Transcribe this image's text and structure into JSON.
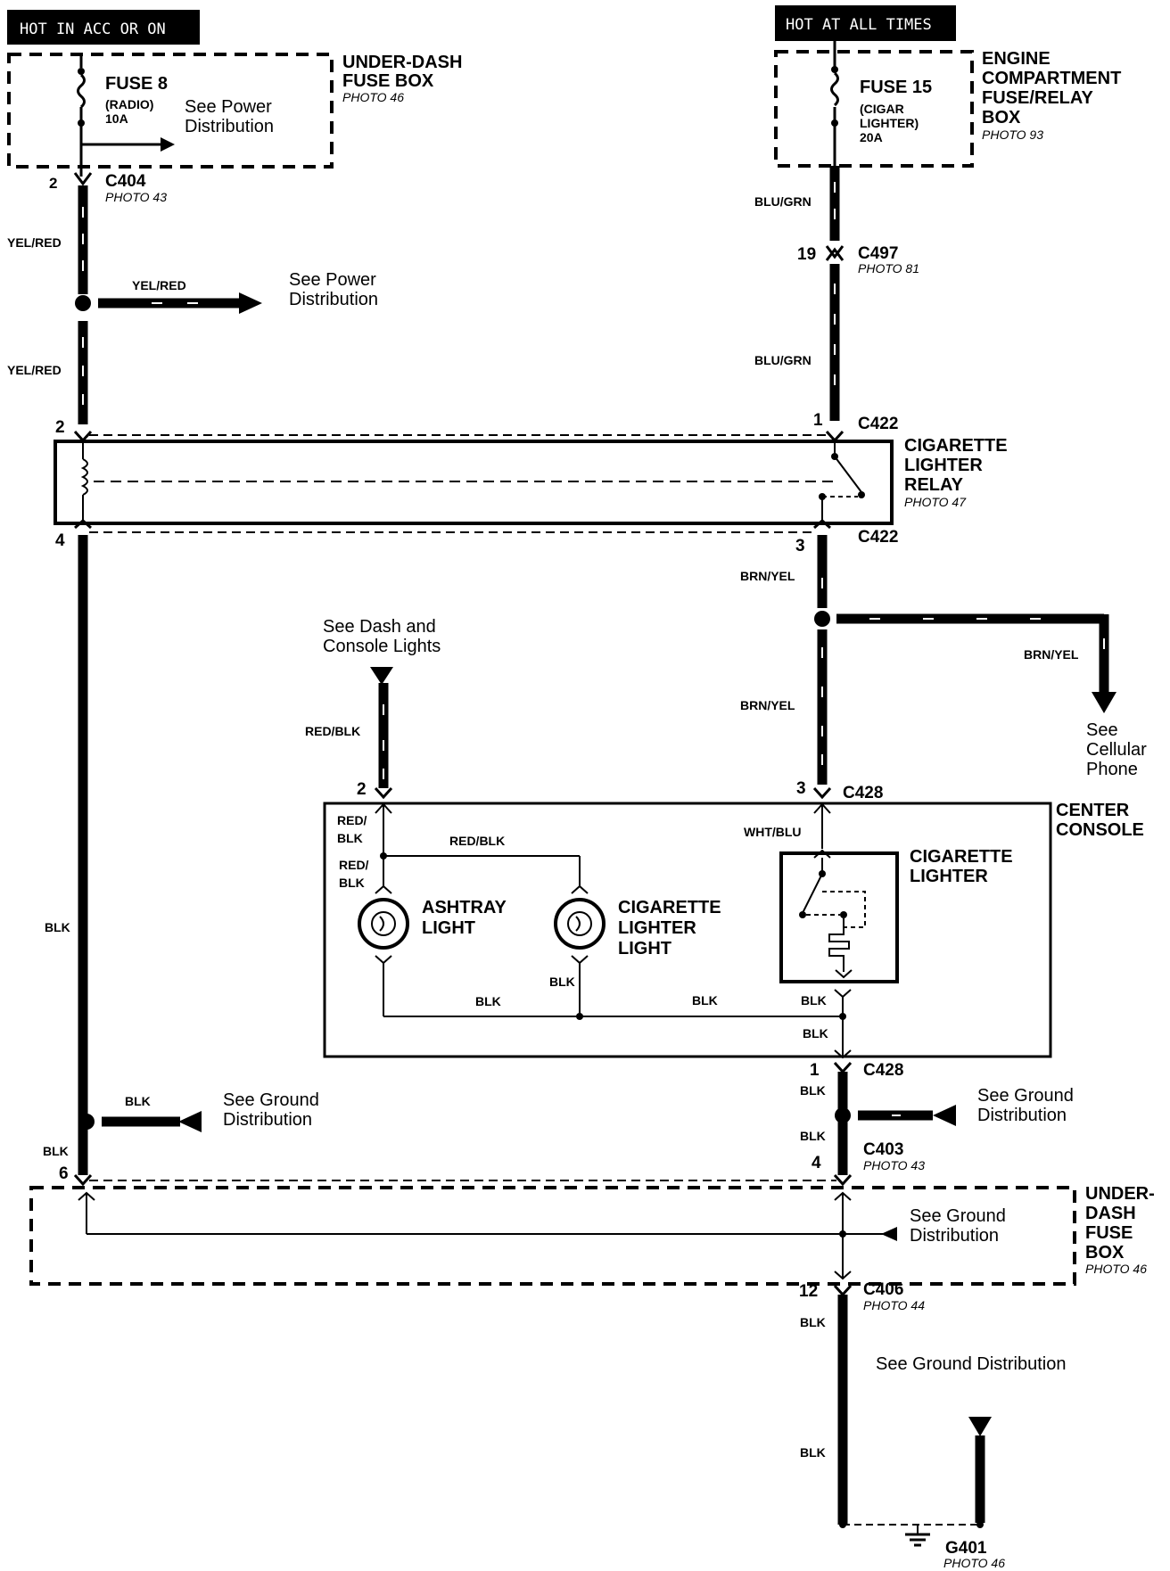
{
  "labels": {
    "hot_acc": "HOT IN ACC OR ON",
    "hot_all": "HOT AT ALL TIMES",
    "ud_fuse_box_top": "UNDER-DASH",
    "ud_fuse_box_bot": "FUSE BOX",
    "photo46": "PHOTO 46",
    "fuse8": "FUSE 8",
    "radio": "(RADIO)",
    "amp10": "10A",
    "see_power_1": "See Power",
    "distribution": "Distribution",
    "fuse15": "FUSE 15",
    "cigar": "(CIGAR",
    "lighter_paren": "LIGHTER)",
    "amp20": "20A",
    "engine1": "ENGINE",
    "engine2": "COMPARTMENT",
    "engine3": "FUSE/RELAY",
    "engine4": "BOX",
    "photo93": "PHOTO 93",
    "c404": "C404",
    "photo43": "PHOTO 43",
    "c497": "C497",
    "photo81": "PHOTO 81",
    "c422": "C422",
    "c428": "C428",
    "c403": "C403",
    "c406": "C406",
    "photo44": "PHOTO 44",
    "g401": "G401",
    "relay1": "CIGARETTE",
    "relay2": "LIGHTER",
    "relay3": "RELAY",
    "photo47": "PHOTO 47",
    "yel_red": "YEL/RED",
    "blu_grn": "BLU/GRN",
    "brn_yel": "BRN/YEL",
    "red_blk": "RED/BLK",
    "red_slash": "RED/",
    "blk": "BLK",
    "wht_blu": "WHT/BLU",
    "see_dash1": "See Dash and",
    "see_dash2": "Console Lights",
    "see_cell1": "See",
    "see_cell2": "Cellular",
    "see_cell3": "Phone",
    "center1": "CENTER",
    "center2": "CONSOLE",
    "ashtray1": "ASHTRAY",
    "light": "LIGHT",
    "cig_light1": "CIGARETTE",
    "cig_light2": "LIGHTER",
    "cig_light3": "LIGHT",
    "cig_lighter1": "CIGARETTE",
    "cig_lighter2": "LIGHTER",
    "see_ground1": "See Ground",
    "see_ground_full": "See Ground Distribution",
    "ud_box1": "UNDER-",
    "ud_box2": "DASH",
    "ud_box3": "FUSE",
    "ud_box4": "BOX",
    "pin1": "1",
    "pin2": "2",
    "pin3": "3",
    "pin4": "4",
    "pin6": "6",
    "pin12": "12",
    "pin19": "19"
  }
}
